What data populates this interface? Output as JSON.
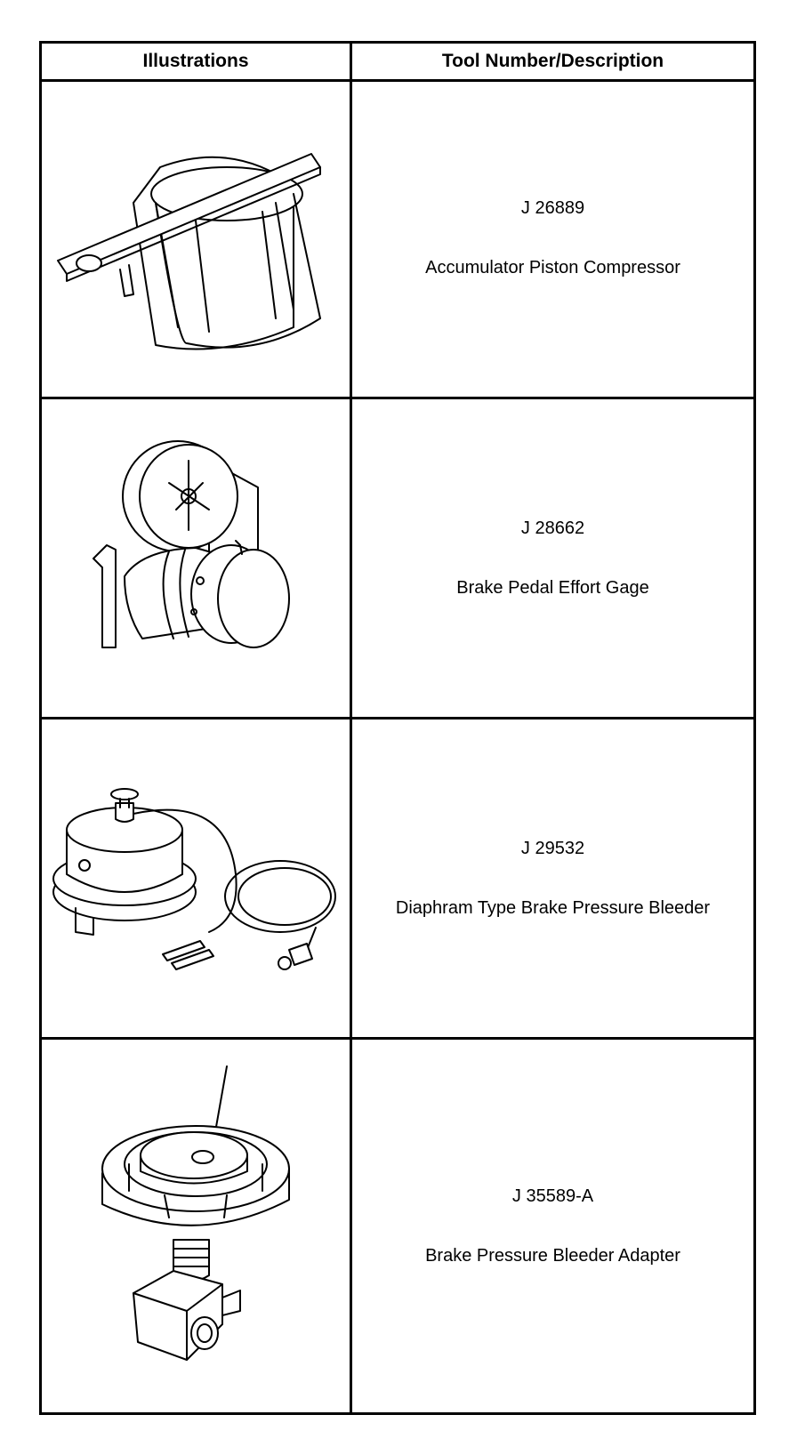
{
  "header": {
    "col1": "Illustrations",
    "col2": "Tool Number/Description"
  },
  "rows": [
    {
      "tool_number": "J 26889",
      "description": "Accumulator Piston Compressor",
      "icon": "accumulator-piston-compressor-illustration"
    },
    {
      "tool_number": "J 28662",
      "description": "Brake Pedal Effort Gage",
      "icon": "brake-pedal-effort-gage-illustration"
    },
    {
      "tool_number": "J 29532",
      "description": "Diaphram Type Brake Pressure Bleeder",
      "icon": "brake-pressure-bleeder-illustration"
    },
    {
      "tool_number": "J 35589-A",
      "description": "Brake Pressure Bleeder Adapter",
      "icon": "bleeder-adapter-illustration"
    }
  ]
}
